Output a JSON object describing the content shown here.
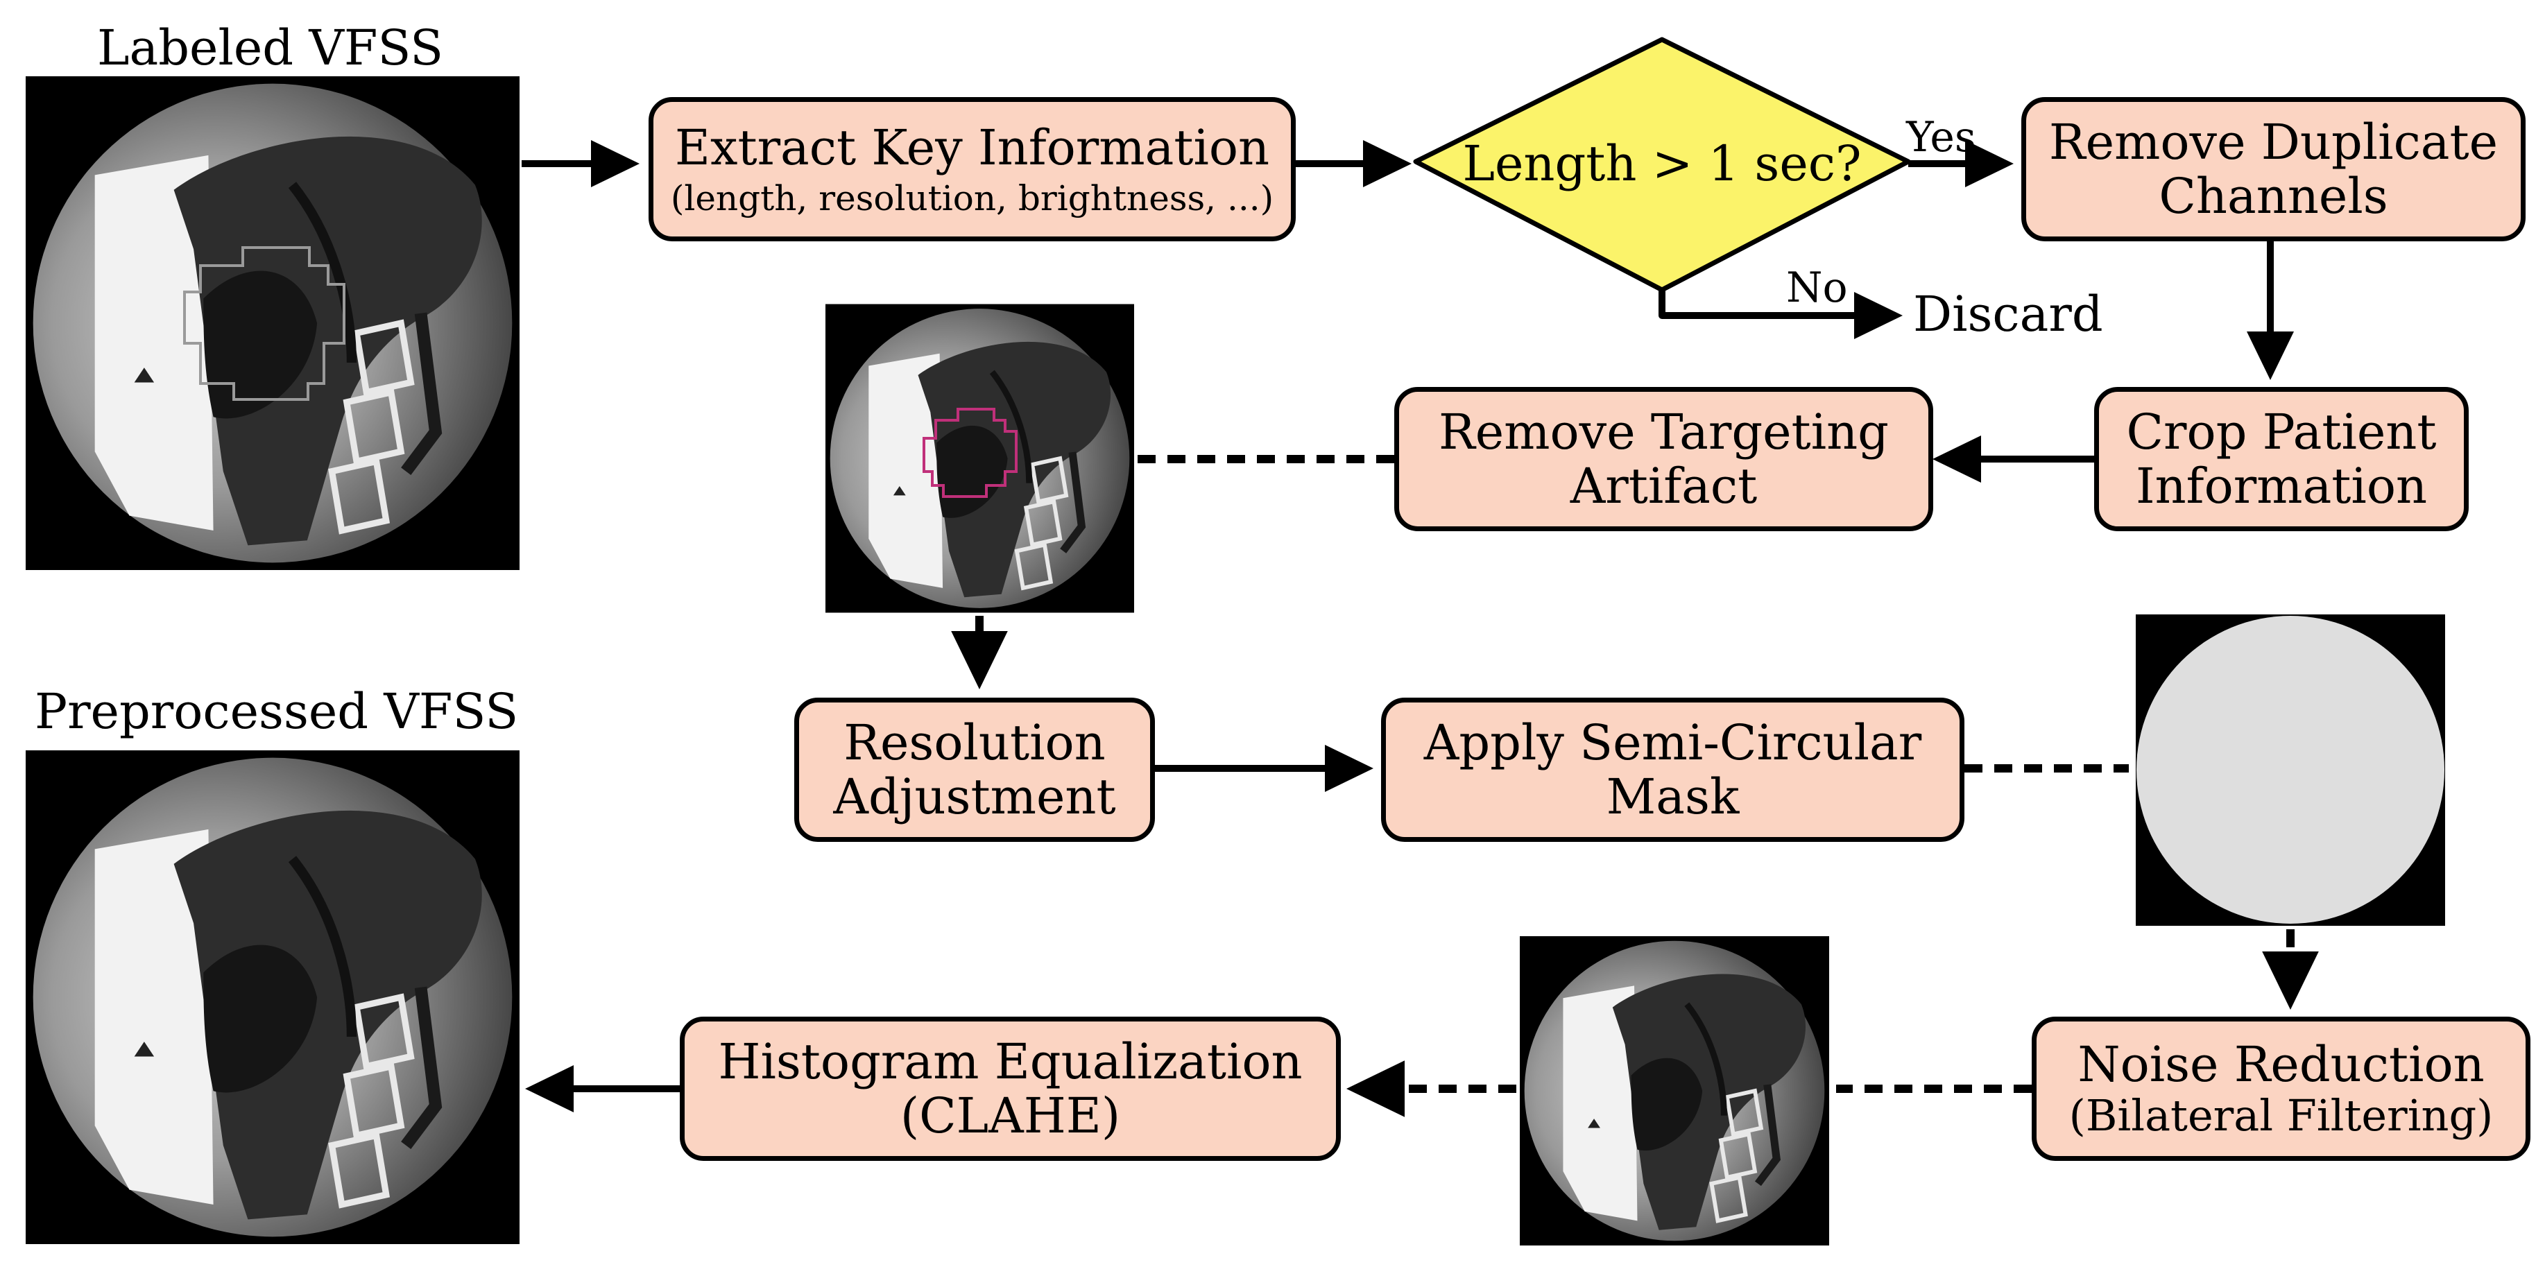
{
  "figure": {
    "input_label": "Labeled VFSS",
    "output_label": "Preprocessed VFSS",
    "steps": {
      "extract": {
        "title": "Extract Key Information",
        "subtitle": "(length, resolution, brightness, ...)"
      },
      "decision": {
        "question": "Length > 1 sec?",
        "yes_label": "Yes",
        "no_label": "No",
        "discard_label": "Discard"
      },
      "remove_duplicate": {
        "line1": "Remove Duplicate",
        "line2": "Channels"
      },
      "crop_patient": {
        "line1": "Crop Patient",
        "line2": "Information"
      },
      "remove_targeting": {
        "line1": "Remove Targeting",
        "line2": "Artifact"
      },
      "resolution": {
        "line1": "Resolution",
        "line2": "Adjustment"
      },
      "apply_mask": {
        "line1": "Apply Semi-Circular",
        "line2": "Mask"
      },
      "noise_reduction": {
        "line1": "Noise Reduction",
        "line2": "(Bilateral Filtering)"
      },
      "histogram": {
        "line1": "Histogram Equalization",
        "line2": "(CLAHE)"
      }
    },
    "colors": {
      "process_box": "#fbd4c2",
      "decision_diamond": "#fbf36a",
      "mask_fill": "#dedede",
      "xray_background": "#000000",
      "roi_outline_input": "#9a9a9a",
      "roi_outline_intermediate": "#c0307a"
    }
  }
}
